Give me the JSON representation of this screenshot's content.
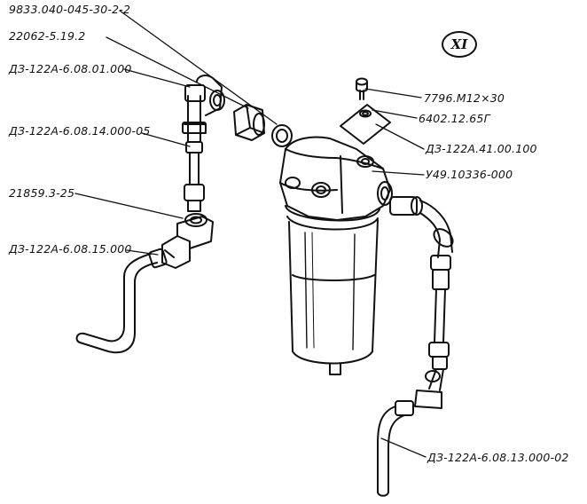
{
  "figure": {
    "view_mark": "XI",
    "callouts": [
      {
        "id": "c1",
        "text": "9833.040-045-30-2-2"
      },
      {
        "id": "c2",
        "text": "22062-5.19.2"
      },
      {
        "id": "c3",
        "text": "ДЗ-122А-6.08.01.000"
      },
      {
        "id": "c4",
        "text": "ДЗ-122А-6.08.14.000-05"
      },
      {
        "id": "c5",
        "text": "21859.3-25"
      },
      {
        "id": "c6",
        "text": "ДЗ-122А-6.08.15.000"
      },
      {
        "id": "c7",
        "text": "7796.М12×30"
      },
      {
        "id": "c8",
        "text": "6402.12.65Г"
      },
      {
        "id": "c9",
        "text": "ДЗ-122А.41.00.100"
      },
      {
        "id": "c10",
        "text": "У49.10336-000"
      },
      {
        "id": "c11",
        "text": "ДЗ-122А-6.08.13.000-02"
      }
    ]
  }
}
